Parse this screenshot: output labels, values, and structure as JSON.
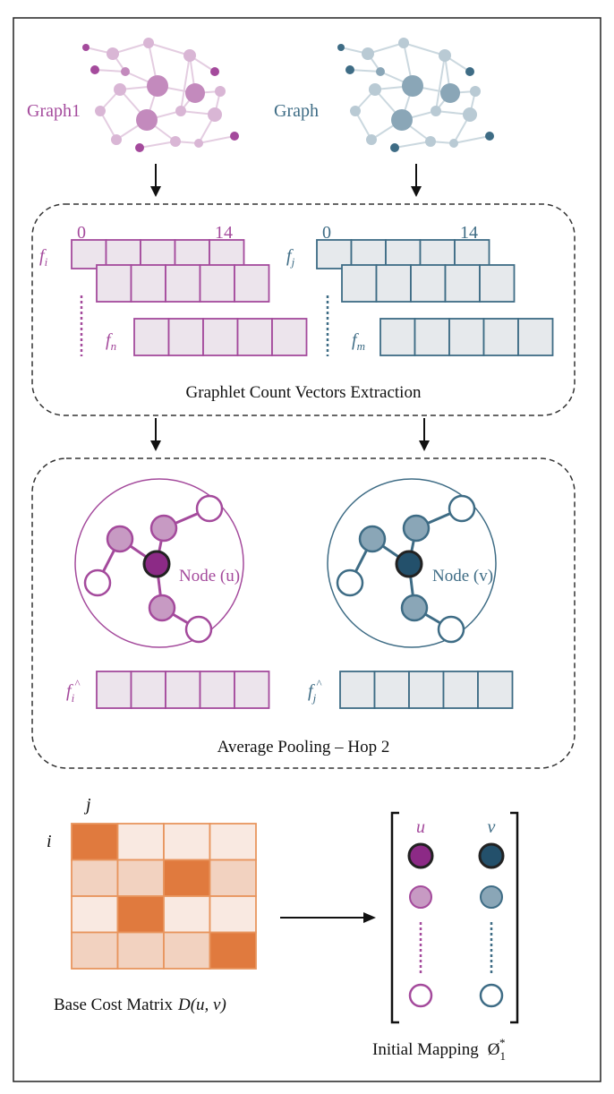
{
  "colors": {
    "purple": "#a44a9c",
    "purple_light": "#c79ac3",
    "purple_pale": "#e2c9df",
    "purple_dark": "#8c2a86",
    "blue": "#3e6c85",
    "blue_light": "#a9bcc7",
    "blue_pale": "#cbd7de",
    "blue_dark": "#23506b",
    "orange": "#e07a3e",
    "orange_light": "#f2d2c0",
    "orange_pale": "#f9e9e1",
    "cell_purple_fill": "#ece4ec",
    "cell_blue_fill": "#e6e9ec"
  },
  "graphs": {
    "left_label": "Graph1",
    "right_label": "Graph"
  },
  "extraction": {
    "title": "Graphlet Count Vectors Extraction",
    "left": {
      "start": "0",
      "end": "14",
      "first": "f",
      "first_sub": "i",
      "last": "f",
      "last_sub": "n"
    },
    "right": {
      "start": "0",
      "end": "14",
      "first": "f",
      "first_sub": "j",
      "last": "f",
      "last_sub": "m"
    }
  },
  "pooling": {
    "title": "Average Pooling – Hop 2",
    "left_node": "Node (u)",
    "right_node": "Node (v)",
    "left_vec": "f",
    "left_sub": "i",
    "left_hat": "^",
    "right_vec": "f",
    "right_sub": "j",
    "right_hat": "^"
  },
  "cost_matrix": {
    "row_label": "i",
    "col_label": "j",
    "title": "Base Cost Matrix",
    "formula": "D(u, v)",
    "levels": [
      [
        3,
        0,
        0,
        0
      ],
      [
        1,
        1,
        3,
        1
      ],
      [
        0,
        3,
        0,
        0
      ],
      [
        1,
        1,
        1,
        3
      ]
    ]
  },
  "mapping": {
    "left_head": "u",
    "right_head": "v",
    "title": "Initial Mapping",
    "symbol": "Ø",
    "sub": "1",
    "sup": "*"
  }
}
